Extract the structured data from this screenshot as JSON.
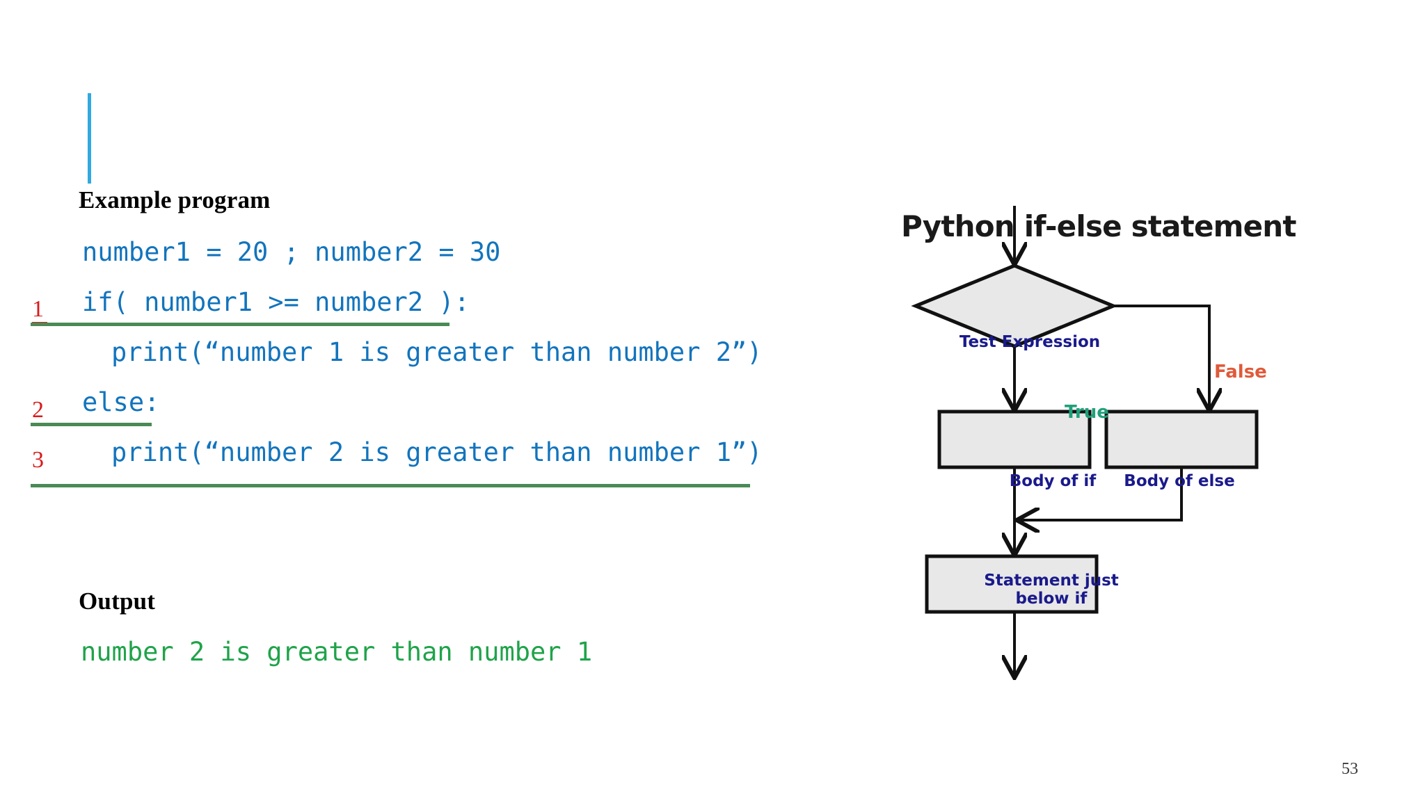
{
  "slide": {
    "page_number": "53",
    "cursor_color": "#31a9e0"
  },
  "code_panel": {
    "heading_example": "Example program",
    "heading_output": "Output",
    "code_color": "#1274bd",
    "output_color": "#1fa34a",
    "marker_color": "#d91b1b",
    "rule_color": "#4a8a55",
    "lines": [
      {
        "text": "number1 = 20 ; number2 = 30",
        "marker": ""
      },
      {
        "text": "if( number1 >= number2 ):",
        "marker": "1"
      },
      {
        "text": "print(“number 1 is greater than number 2”)",
        "marker": ""
      },
      {
        "text": "else:",
        "marker": "2"
      },
      {
        "text": "print(“number 2 is greater than number 1”)",
        "marker": "3"
      }
    ],
    "markers": [
      "1",
      "2",
      "3"
    ],
    "output_text": "number 2 is greater than number 1"
  },
  "figure": {
    "title": "Python if-else statement",
    "node_fill": "#e8e8e8",
    "node_stroke": "#111111",
    "label_color": "#1a1a8c",
    "nodes": {
      "decision": "Test Expression",
      "body_if": "Body of if",
      "body_else": "Body of else",
      "statement": "Statement just\nbelow if"
    },
    "edges": {
      "true_label": "True",
      "true_color": "#20a07a",
      "false_label": "False",
      "false_color": "#e05a3a"
    }
  }
}
